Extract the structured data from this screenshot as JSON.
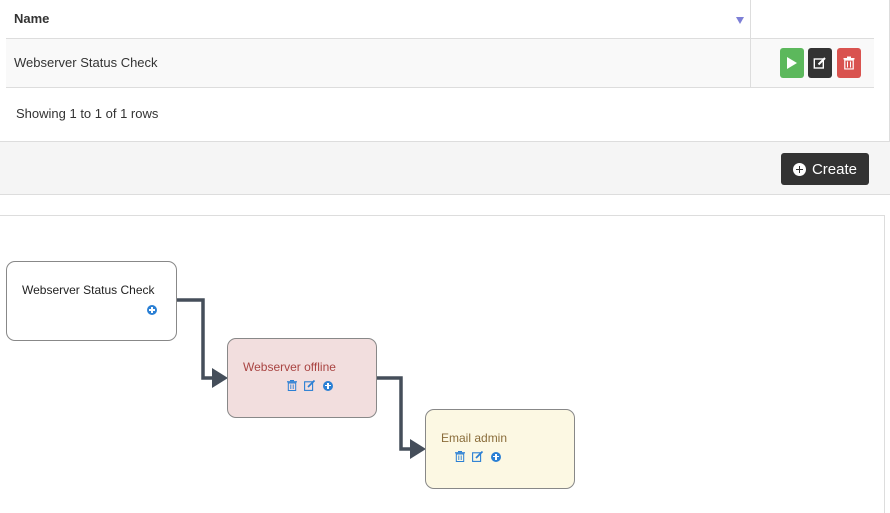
{
  "table": {
    "columns": [
      "Name",
      ""
    ],
    "rows": [
      {
        "name": "Webserver Status Check"
      }
    ],
    "row_actions": [
      "run-icon",
      "edit-icon",
      "trash-icon"
    ],
    "showing": "Showing 1 to 1 of 1 rows"
  },
  "toolbar": {
    "create_label": "Create"
  },
  "workflow": {
    "nodes": [
      {
        "label": "Webserver Status Check",
        "state": "default"
      },
      {
        "label": "Webserver offline",
        "state": "danger"
      },
      {
        "label": "Email admin",
        "state": "warning"
      }
    ]
  },
  "colors": {
    "run": "#5cb85c",
    "edit": "#333333",
    "delete": "#d9534f",
    "danger_bg": "#f2dede",
    "warning_bg": "#fcf8e3",
    "link_blue": "#2a7fd4",
    "connector": "#454e5a"
  }
}
